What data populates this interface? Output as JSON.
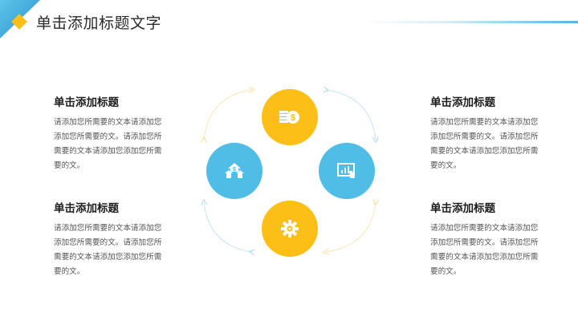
{
  "header": {
    "title": "单击添加标题文字",
    "accent_color": "#fbbf16",
    "corner_color": "#3a9fd6"
  },
  "blocks": [
    {
      "title": "单击添加标题",
      "body": "请添加您所需要的文本请添加您添加您所需要的文。请添加您所需要的文本请添加您添加您所需要的文。"
    },
    {
      "title": "单击添加标题",
      "body": "请添加您所需要的文本请添加您添加您所需要的文。请添加您所需要的文本请添加您添加您所需要的文。"
    },
    {
      "title": "单击添加标题",
      "body": "请添加您所需要的文本请添加您添加您所需要的文。请添加您所需要的文本请添加您添加您所需要的文。"
    },
    {
      "title": "单击添加标题",
      "body": "请添加您所需要的文本请添加您添加您所需要的文。请添加您所需要的文本请添加您添加您所需要的文。"
    }
  ],
  "cycle": {
    "nodes": [
      {
        "icon": "money-coins-icon",
        "color": "#fbbf16"
      },
      {
        "icon": "tablet-chart-icon",
        "color": "#4fbde6"
      },
      {
        "icon": "gear-icon",
        "color": "#fbbf16"
      },
      {
        "icon": "house-dollar-icon",
        "color": "#4fbde6"
      }
    ],
    "arc_colors": {
      "yellow": "#fde9c2",
      "blue": "#cfe9f6"
    }
  }
}
